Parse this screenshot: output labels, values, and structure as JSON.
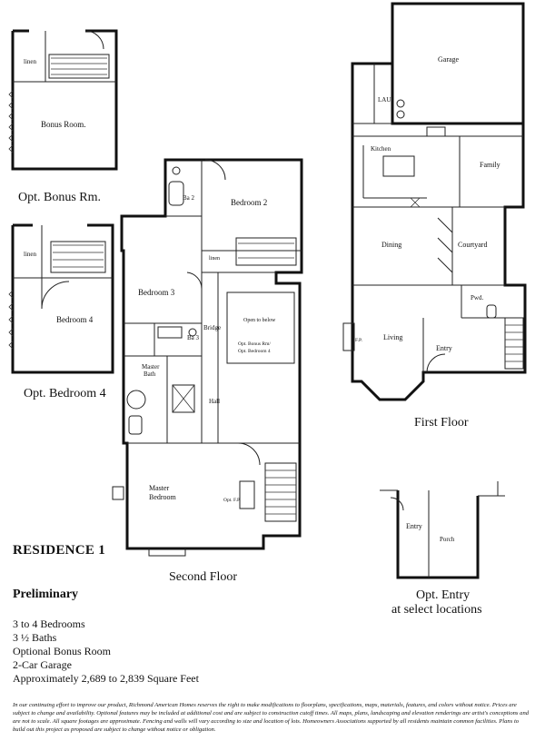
{
  "captions": {
    "opt_bonus": "Opt. Bonus Rm.",
    "opt_bedroom4": "Opt. Bedroom 4",
    "second_floor": "Second Floor",
    "first_floor": "First Floor",
    "opt_entry_line1": "Opt. Entry",
    "opt_entry_line2": "at select locations"
  },
  "rooms": {
    "linen_a": "linen",
    "bonus_room": "Bonus Room.",
    "linen_b": "linen",
    "bedroom4": "Bedroom 4",
    "ba2": "Ba 2",
    "bedroom2": "Bedroom 2",
    "linen_c": "linen",
    "bedroom3": "Bedroom 3",
    "open_below": "Open to below",
    "opt_bonus_line1": "Opt. Bonus Rm/",
    "opt_bonus_line2": "Opt. Bedroom 4",
    "bridge": "Bridge",
    "ba3": "Ba 3",
    "master_bath_l1": "Master",
    "master_bath_l2": "Bath",
    "hall": "Hall",
    "master_bedroom_l1": "Master",
    "master_bedroom_l2": "Bedroom",
    "opt_fp": "Opt. F.P.",
    "garage": "Garage",
    "lau": "LAU.",
    "kitchen": "Kitchen",
    "family": "Family",
    "dining": "Dining",
    "courtyard": "Courtyard",
    "pwd": "Pwd.",
    "living": "Living",
    "entry": "Entry",
    "fp": "F.P.",
    "opt_entry": "Entry",
    "porch": "Porch"
  },
  "residence": "RESIDENCE 1",
  "preliminary": "Preliminary",
  "features": [
    "3 to 4 Bedrooms",
    "3 ½ Baths",
    "Optional Bonus Room",
    "2-Car Garage",
    "Approximately 2,689 to 2,839 Square Feet"
  ],
  "disclaimer": "In our continuing effort to improve our product, Richmond American Homes reserves the right to make modifications to floorplans, specifications, maps, materials, features, and colors without notice. Prices are subject to change and availability. Optional features may be included at additional cost and are subject to construction cutoff times. All maps, plans, landscaping and elevation renderings are artist's conceptions and are not to scale. All square footages are approximate. Fencing and walls will vary according to size and location of lots. Homeowners Associations supported by all residents maintain common facilities. Plans to build out this project as proposed are subject to change without notice or obligation."
}
